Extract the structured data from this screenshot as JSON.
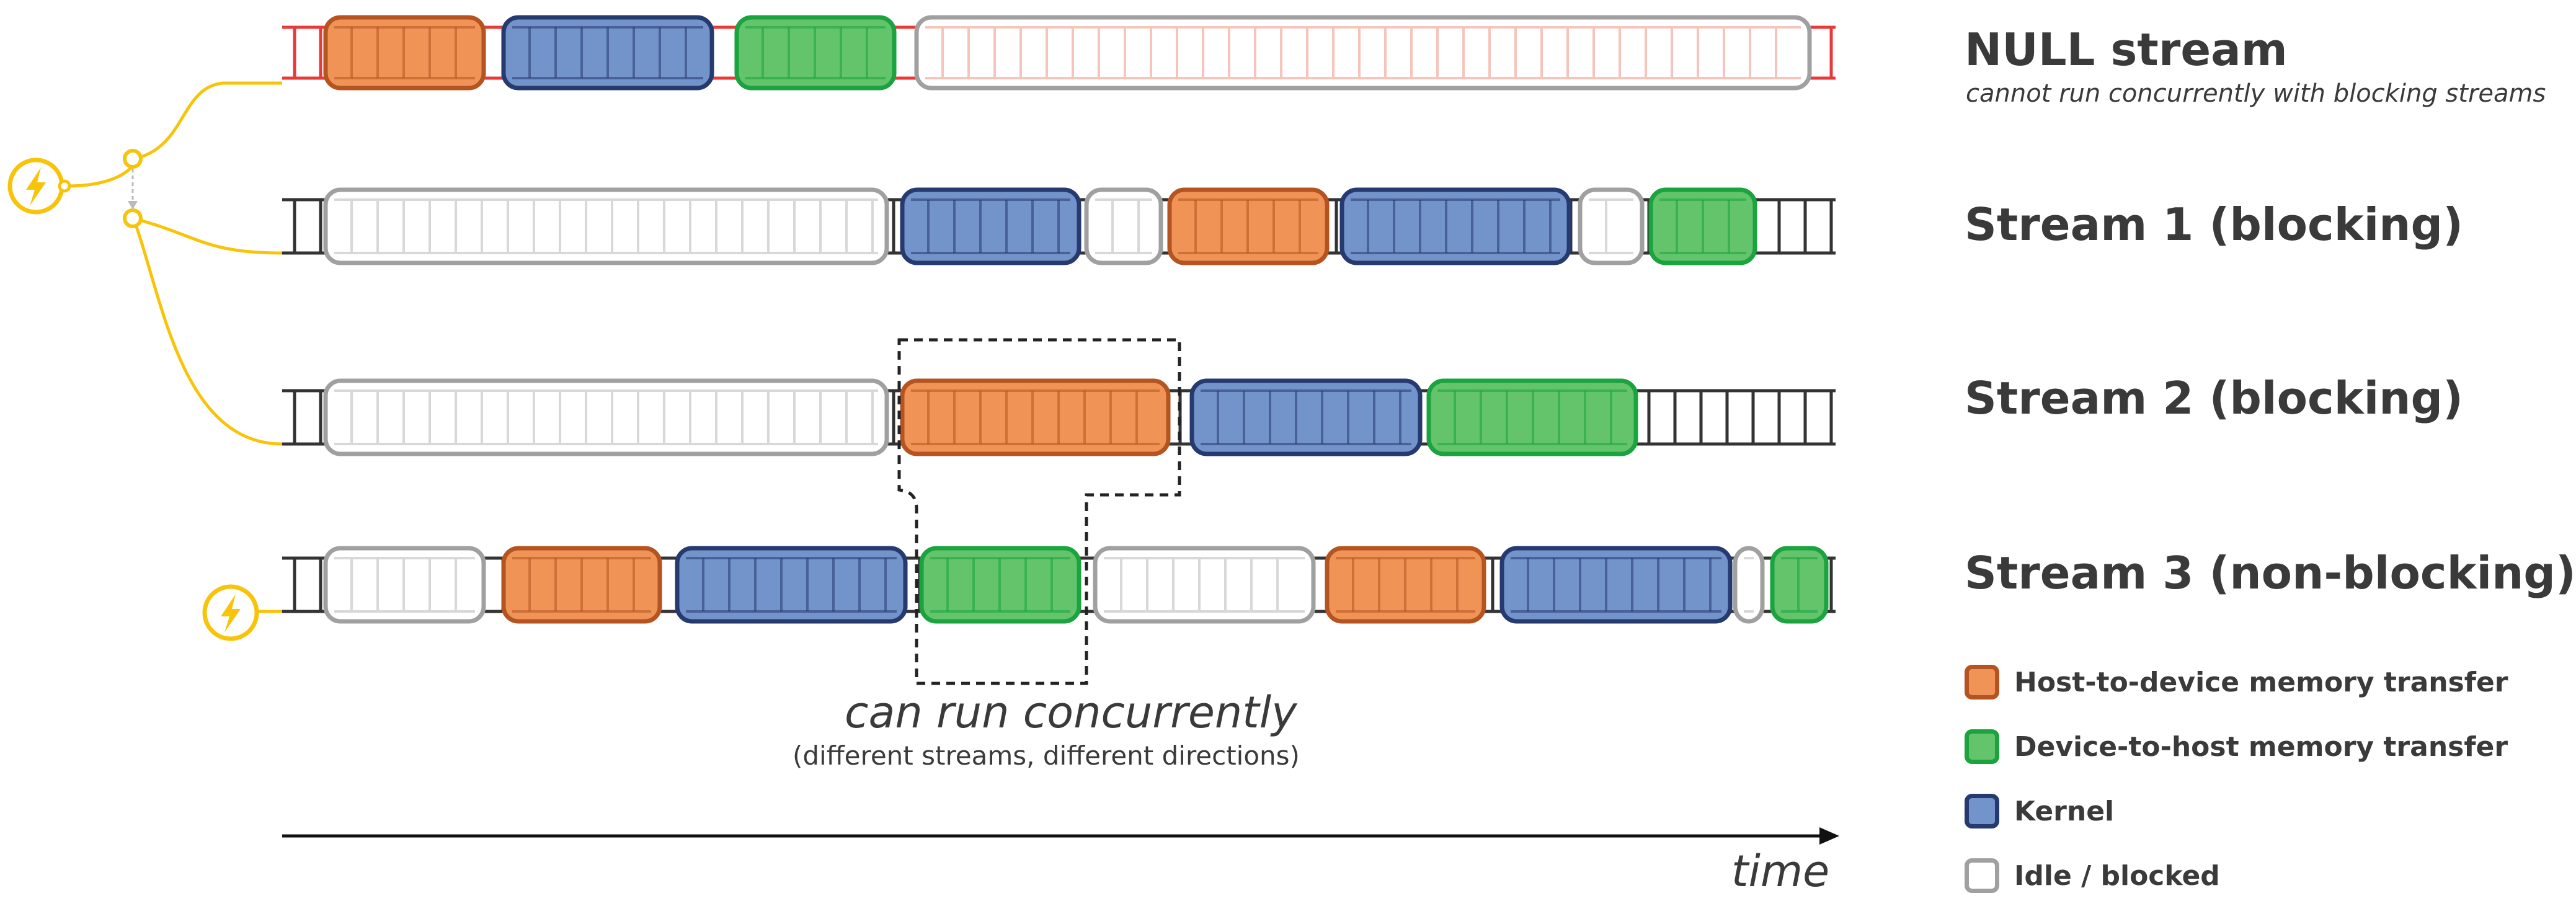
{
  "colors": {
    "host_to_device": {
      "fill": "#ef9456",
      "stroke": "#b55421"
    },
    "device_to_host": {
      "fill": "#63c46c",
      "stroke": "#1aa33f"
    },
    "kernel": {
      "fill": "#7394cb",
      "stroke": "#263a70"
    },
    "idle": {
      "fill": "#ffffff",
      "stroke": "#a0a0a0"
    },
    "null_stream_track": "#e83a3a",
    "track": "#333333",
    "event_yellow": "#f8c40a",
    "text": "#3a3a3a"
  },
  "streams": [
    {
      "id": "null",
      "title": "NULL stream",
      "subtitle": "cannot run concurrently with blocking streams",
      "segments": [
        "host_to_device",
        "kernel",
        "device_to_host",
        "idle"
      ]
    },
    {
      "id": "stream1",
      "title": "Stream 1 (blocking)",
      "subtitle": "",
      "segments": [
        "idle",
        "kernel",
        "idle",
        "host_to_device",
        "kernel",
        "idle",
        "device_to_host"
      ]
    },
    {
      "id": "stream2",
      "title": "Stream 2 (blocking)",
      "subtitle": "",
      "segments": [
        "idle",
        "host_to_device",
        "kernel",
        "device_to_host"
      ]
    },
    {
      "id": "stream3",
      "title": "Stream 3 (non-blocking)",
      "subtitle": "",
      "segments": [
        "idle",
        "host_to_device",
        "kernel",
        "device_to_host",
        "idle",
        "host_to_device",
        "kernel",
        "idle",
        "device_to_host"
      ]
    }
  ],
  "event_icon": "lightning-bolt-icon",
  "concurrency_callout": {
    "label": "can run concurrently",
    "sublabel": "(different streams, different directions)"
  },
  "time_axis": {
    "label": "time"
  },
  "legend": [
    {
      "key": "host_to_device",
      "label": "Host-to-device memory transfer"
    },
    {
      "key": "device_to_host",
      "label": "Device-to-host memory transfer"
    },
    {
      "key": "kernel",
      "label": "Kernel"
    },
    {
      "key": "idle",
      "label": "Idle / blocked"
    }
  ]
}
